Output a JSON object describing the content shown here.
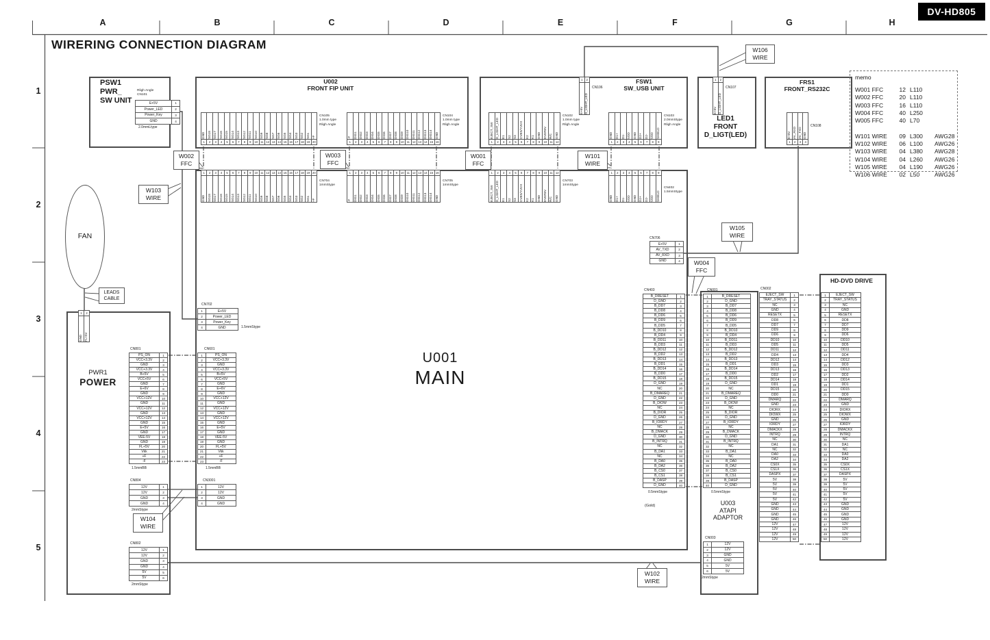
{
  "badge": "DV-HD805",
  "title": "WIRERING CONNECTION DIAGRAM",
  "grid": {
    "columns": [
      "A",
      "B",
      "C",
      "D",
      "E",
      "F",
      "G",
      "H"
    ],
    "rows": [
      "1",
      "2",
      "3",
      "4",
      "5"
    ]
  },
  "memo": {
    "title": "memo",
    "lines": [
      {
        "name": "W001 FFC",
        "qty": "12",
        "len": "L110",
        "awg": ""
      },
      {
        "name": "W002 FFC",
        "qty": "20",
        "len": "L110",
        "awg": ""
      },
      {
        "name": "W003 FFC",
        "qty": "16",
        "len": "L110",
        "awg": ""
      },
      {
        "name": "W004 FFC",
        "qty": "40",
        "len": "L250",
        "awg": ""
      },
      {
        "name": "W005 FFC",
        "qty": "40",
        "len": "L70",
        "awg": ""
      },
      {
        "name": "",
        "qty": "",
        "len": "",
        "awg": ""
      },
      {
        "name": "W101 WIRE",
        "qty": "09",
        "len": "L300",
        "awg": "AWG28"
      },
      {
        "name": "W102 WIRE",
        "qty": "06",
        "len": "L100",
        "awg": "AWG26"
      },
      {
        "name": "W103 WIRE",
        "qty": "04",
        "len": "L380",
        "awg": "AWG28"
      },
      {
        "name": "W104 WIRE",
        "qty": "04",
        "len": "L260",
        "awg": "AWG26"
      },
      {
        "name": "W105 WIRE",
        "qty": "04",
        "len": "L190",
        "awg": "AWG26"
      },
      {
        "name": "W106 WIRE",
        "qty": "02",
        "len": "L50",
        "awg": "AWG26"
      }
    ]
  },
  "units": {
    "psw1": {
      "lines": [
        "PSW1",
        "PWR_",
        "SW UNIT"
      ]
    },
    "u002": {
      "lines": [
        "U002",
        "FRONT FIP UNIT"
      ]
    },
    "fsw1": {
      "lines": [
        "FSW1",
        "SW_USB UNIT"
      ]
    },
    "led1": {
      "lines": [
        "LED1",
        "FRONT",
        "D_LIGT(LED)"
      ]
    },
    "frs1": {
      "lines": [
        "FRS1",
        "FRONT_RS232C"
      ]
    },
    "u001": {
      "lines": [
        "U001",
        "MAIN"
      ]
    },
    "pwr1": {
      "lines": [
        "PWR1",
        "POWER"
      ]
    },
    "u003": {
      "lines": [
        "U003",
        "ATAPI",
        "ADAPTOR"
      ]
    },
    "hdd": {
      "lines": [
        "HD-DVD DRIVE"
      ]
    },
    "fan": {
      "label": "FAN"
    }
  },
  "notes": {
    "gold": "(Gold)"
  },
  "callouts": {
    "w001": {
      "l1": "W001",
      "l2": "FFC"
    },
    "w002": {
      "l1": "W002",
      "l2": "FFC"
    },
    "w003": {
      "l1": "W003",
      "l2": "FFC"
    },
    "w004": {
      "l1": "W004",
      "l2": "FFC"
    },
    "w101": {
      "l1": "W101",
      "l2": "WIRE"
    },
    "w102": {
      "l1": "W102",
      "l2": "WIRE"
    },
    "w103": {
      "l1": "W103",
      "l2": "WIRE"
    },
    "w104": {
      "l1": "W104",
      "l2": "WIRE"
    },
    "w105": {
      "l1": "W105",
      "l2": "WIRE"
    },
    "w106": {
      "l1": "W106",
      "l2": "WIRE"
    },
    "leads": {
      "l1": "LEADS",
      "l2": "CABLE"
    }
  },
  "connectors": {
    "cn101": {
      "id": "CN101",
      "note": "Rligh Angle",
      "caption": "2.0mmLtype",
      "pins": [
        "E+5V",
        "Power_LED",
        "Power_Key",
        "GND"
      ]
    },
    "cn105": {
      "id": "CN105",
      "note1": "1.0mm type",
      "note2": "Rligh Angle",
      "pins": [
        "GND",
        "SG18",
        "SG17",
        "SG16",
        "SG15",
        "SG14",
        "SG13",
        "SG12",
        "SG11",
        "SG10",
        "SG9",
        "SG8",
        "SG7",
        "SG6",
        "SG5",
        "SG4",
        "SG3",
        "SG2",
        "SG1",
        "+F"
      ]
    },
    "cn104": {
      "id": "CN104",
      "note1": "1.0mm type",
      "note2": "Rligh Angle",
      "pins": [
        "-F",
        "DIG1",
        "DIG2",
        "DIG3",
        "DIG4",
        "DIG5",
        "DIG6",
        "DIG7",
        "DIG8",
        "DIG9",
        "DIG10",
        "DIG11",
        "DIG12",
        "DIG13",
        "DIG14",
        "GND"
      ]
    },
    "cn102": {
      "id": "CN102",
      "note1": "1.0mm type",
      "note2": "Rligh Angle",
      "pins": [
        "EJECT_SW",
        "D_LIGHT_LED",
        "E1",
        "S2",
        "S3",
        "CVBS/YUVX",
        "K2",
        "K1",
        "GND",
        "EVER5V",
        "R/C",
        "GND"
      ]
    },
    "cn103": {
      "id": "CN103",
      "note1": "2.0mmStype",
      "note2": "Rligh Angle",
      "pins": [
        "GND",
        "D1+",
        "D1-",
        "VDD",
        "GND",
        "D2+",
        "D2-",
        "VDD",
        "SHIELD"
      ]
    },
    "cn106": {
      "id": "CN106",
      "pins": [
        "E+5V",
        "D_LIGHT_LED"
      ]
    },
    "cn107": {
      "id": "CN107",
      "pins": [
        "E+5V",
        "D_LIGHT_LED"
      ]
    },
    "cn108": {
      "id": "CN108",
      "pins": [
        "E+5V",
        "AV_RXD",
        "AV_TXD",
        "GND"
      ]
    },
    "cn704": {
      "id": "CN704",
      "note1": "1mmStype",
      "pins": [
        "GND",
        "SG18",
        "SG17",
        "SG16",
        "SG15",
        "SG14",
        "SG13",
        "SG12",
        "SG11",
        "SG10",
        "SG9",
        "SG8",
        "SG7",
        "SG6",
        "SG5",
        "SG4",
        "SG3",
        "SG2",
        "SG1",
        "+F"
      ]
    },
    "cn705": {
      "id": "CN705",
      "note1": "1mmStype",
      "pins": [
        "-F",
        "DIG1",
        "DIG2",
        "DIG3",
        "DIG4",
        "DIG5",
        "DIG6",
        "DIG7",
        "DIG8",
        "DIG9",
        "DIG10",
        "DIG11",
        "DIG12",
        "DIG13",
        "DIG14",
        "GND"
      ]
    },
    "cn703": {
      "id": "CN703",
      "note1": "1mmStype",
      "pins": [
        "EJECT_SW",
        "D_LIGHT_LED",
        "E1",
        "S2",
        "S3",
        "CVBS/YUVX",
        "K2",
        "K1",
        "GND",
        "EVER5V",
        "R/C",
        "GND"
      ]
    },
    "cn402": {
      "id": "CN402",
      "note1": "1.5mmStype",
      "pins": [
        "GND",
        "D1+",
        "D1-",
        "VDD",
        "GND",
        "D2+",
        "D2-",
        "VDD",
        "SHIELD"
      ]
    },
    "cn702": {
      "id": "CN702",
      "caption": "1.5mmStype",
      "pins": [
        "E+5V",
        "Power_LED",
        "Power_Key",
        "GND"
      ]
    },
    "cn706": {
      "id": "CN706",
      "pins": [
        "E+5V",
        "AV_TXD",
        "AV_RXD",
        "GND"
      ]
    },
    "cn801": {
      "id": "CN801",
      "caption": "1.5mmBB",
      "pins": [
        "PS_ON",
        "VCC+3.3V",
        "GND",
        "VCC+3.3V",
        "B+5V",
        "VCC+5V",
        "GND",
        "E+6V",
        "GND",
        "VCC+12V",
        "GND",
        "VCC+12V",
        "GND",
        "VCC+12V",
        "GND",
        "E+5V",
        "GND",
        "VEE-5V",
        "GND",
        "FL+5V",
        "Vkk",
        "+F",
        "-F"
      ]
    },
    "cn601": {
      "id": "CN601",
      "caption": "1.5mmBB",
      "pins": [
        "PS_ON",
        "VCC+3.3V",
        "GND",
        "VCC+3.3V",
        "B+5V",
        "VCC+5V",
        "GND",
        "E+6V",
        "GND",
        "VCC+12V",
        "GND",
        "VCC+12V",
        "GND",
        "VCC+12V",
        "GND",
        "E+5V",
        "GND",
        "VEE-5V",
        "GND",
        "FL+5V",
        "Vkk",
        "+F",
        "-F"
      ]
    },
    "cn804": {
      "id": "CN804",
      "caption": "2mmStype",
      "pins": [
        "12V",
        "12V",
        "GND",
        "GND"
      ]
    },
    "cn3001": {
      "id": "CN3001",
      "pins": [
        "12V",
        "12V",
        "GND",
        "GND"
      ]
    },
    "cn802": {
      "id": "CN802",
      "caption": "2mmStype",
      "pins": [
        "12V",
        "12V",
        "GND",
        "GND",
        "5V",
        "5V"
      ]
    },
    "cn403": {
      "id": "CN403",
      "caption": "0.5mmStype",
      "pins": [
        "B_DRESET",
        "D_GND",
        "B_DD7",
        "B_DD8",
        "B_DD6",
        "B_DD9",
        "B_DD5",
        "B_DD10",
        "B_DD4",
        "B_DD11",
        "B_DD3",
        "B_DD12",
        "B_DD2",
        "B_DD13",
        "B_DD1",
        "B_DD14",
        "B_DD0",
        "B_DD15",
        "D_GND",
        "NC",
        "B_DMAREQ",
        "D_GND",
        "B_DIOW",
        "NC",
        "B_DIOR",
        "D_GND",
        "B_IORDY",
        "NC",
        "B_DMACK",
        "D_GND",
        "B_INTRQ",
        "NC",
        "B_DA1",
        "NC",
        "B_DA0",
        "B_DA2",
        "B_CS0",
        "B_CS1",
        "B_DASP",
        "D_GND"
      ]
    },
    "cn001": {
      "id": "CN001",
      "caption": "0.5mmStype",
      "pins": [
        "B_DRESET",
        "D_GND",
        "B_DD7",
        "B_DD8",
        "B_DD6",
        "B_DD9",
        "B_DD5",
        "B_DD10",
        "B_DD4",
        "B_DD11",
        "B_DD3",
        "B_DD12",
        "B_DD2",
        "B_DD13",
        "B_DD1",
        "B_DD14",
        "B_DD0",
        "B_DD15",
        "D_GND",
        "NC",
        "B_DMAREQ",
        "D_GND",
        "B_DIOW",
        "NC",
        "B_DIOR",
        "D_GND",
        "B_IORDY",
        "NC",
        "B_DMACK",
        "D_GND",
        "B_INTRQ",
        "NC",
        "B_DA1",
        "NC",
        "B_DA0",
        "B_DA2",
        "B_CS0",
        "B_CS1",
        "B_DASP",
        "D_GND"
      ]
    },
    "cn002": {
      "id": "CN002",
      "pins": [
        "EJECT_SW",
        "TRAY_STATUS",
        "NC",
        "GND",
        "RESETX",
        "DD8",
        "DD7",
        "DD9",
        "DD6",
        "DD10",
        "DD5",
        "DD11",
        "DD4",
        "DD12",
        "DD3",
        "DD13",
        "DD2",
        "DD14",
        "DD1",
        "DD15",
        "DD0",
        "DMARQ",
        "GND",
        "DIORX",
        "DIOWX",
        "GND",
        "IORDY",
        "DMACKX",
        "INTRQ",
        "NC",
        "DA1",
        "NC",
        "DA0",
        "DA2",
        "CS0X",
        "CS1X",
        "DASPX",
        "5V",
        "5V",
        "5V",
        "5V",
        "5V",
        "GND",
        "GND",
        "GND",
        "GND",
        "12V",
        "12V",
        "12V",
        "12V"
      ]
    },
    "hdd": {
      "id": "HD-DVD DRIVE",
      "pins": [
        "EJECT_SW",
        "TRAY_STATUS",
        "NC",
        "GND",
        "RESETX",
        "DD8",
        "DD7",
        "DD9",
        "DD6",
        "DD10",
        "DD5",
        "DD11",
        "DD4",
        "DD12",
        "DD3",
        "DD13",
        "DD2",
        "DD14",
        "DD1",
        "DD15",
        "DD0",
        "DMARQ",
        "GND",
        "DIORX",
        "DIOWX",
        "GND",
        "IORDY",
        "DMACKX",
        "INTRQ",
        "NC",
        "DA1",
        "NC",
        "DA0",
        "DA2",
        "CS0X",
        "CS1X",
        "DASPX",
        "5V",
        "5V",
        "5V",
        "5V",
        "5V",
        "GND",
        "GND",
        "GND",
        "GND",
        "12V",
        "12V",
        "12V",
        "12V"
      ]
    },
    "cn003": {
      "id": "CN003",
      "caption": "2mmStype",
      "pins": [
        "12V",
        "12V",
        "GND",
        "GND",
        "5V",
        "5V"
      ]
    },
    "fan_conn": {
      "pins": [
        "GND",
        "FL+5V"
      ]
    }
  }
}
